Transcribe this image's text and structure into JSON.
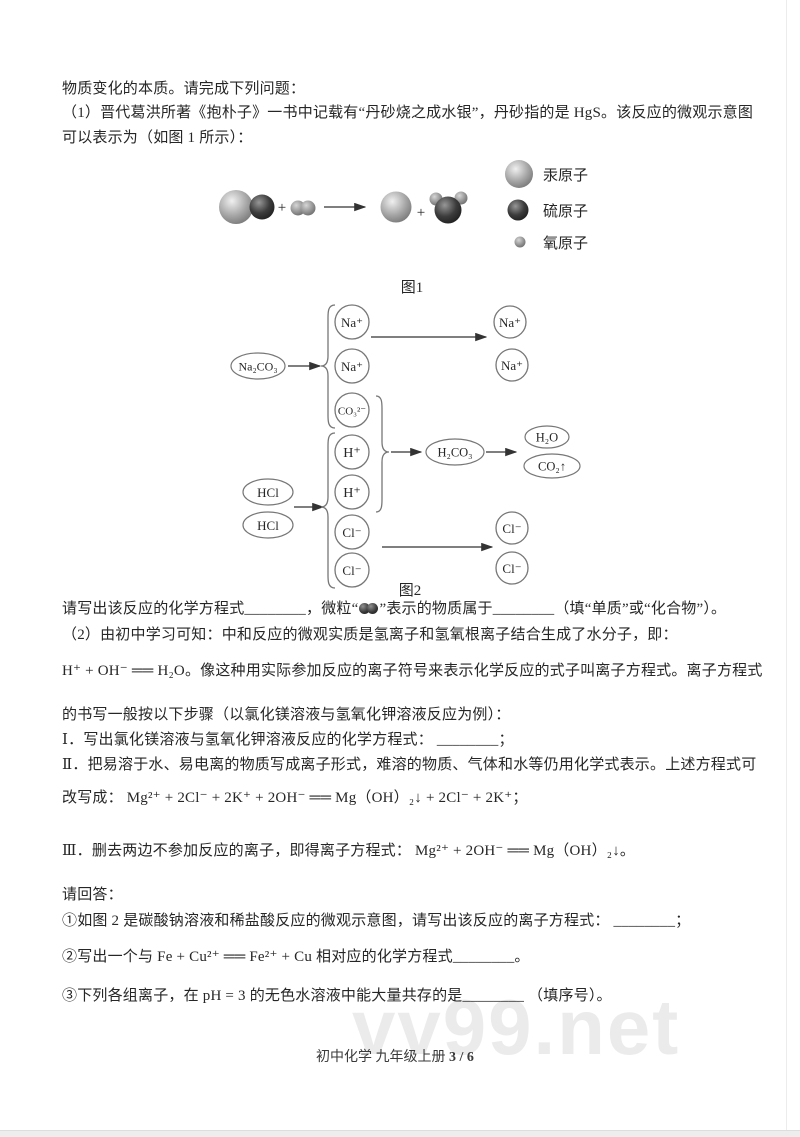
{
  "page": {
    "l1": "物质变化的本质。请完成下列问题：",
    "l2": "（1）晋代葛洪所著《抱朴子》一书中记载有“丹砂烧之成水银”，丹砂指的是 HgS。该反应的微观示意图",
    "l3": "可以表示为（如图 1 所示）："
  },
  "fig1": {
    "caption": "图1",
    "plus": "+",
    "legend": {
      "mercury": "汞原子",
      "sulfur": "硫原子",
      "oxygen": "氧原子"
    }
  },
  "fig2": {
    "caption": "图2",
    "na2co3": "Na₂CO₃",
    "hcl": "HCl",
    "na_ion": "Na⁺",
    "co3_ion": "CO₃²⁻",
    "h_ion": "H⁺",
    "cl_ion": "Cl⁻",
    "h2co3": "H₂CO₃",
    "h2o": "H₂O",
    "co2": "CO₂↑"
  },
  "body": {
    "fill_part1": "请写出该反应的化学方程式________，微粒“",
    "fill_part2": "”表示的物质属于________（填“单质”或“化合物”）。",
    "q2_intro": "（2）由初中学习可知：中和反应的微观实质是氢离子和氢氧根离子结合生成了水分子，即：",
    "q2_formula_line": "H⁺ + OH⁻ ══ H₂O。像这种用实际参加反应的离子符号来表示化学反应的式子叫离子方程式。离子方程式",
    "q2_steps_intro": "的书写一般按以下步骤（以氯化镁溶液与氢氧化钾溶液反应为例）：",
    "step1": "Ⅰ．写出氯化镁溶液与氢氧化钾溶液反应的化学方程式： ________；",
    "step2_line1": "Ⅱ．把易溶于水、易电离的物质写成离子形式，难溶的物质、气体和水等仍用化学式表示。上述方程式可",
    "step2_line2": "改写成：  Mg²⁺ + 2Cl⁻ + 2K⁺ + 2OH⁻ ══ Mg（OH）₂↓ + 2Cl⁻ + 2K⁺；",
    "step3": "Ⅲ．删去两边不参加反应的离子，即得离子方程式：  Mg²⁺ + 2OH⁻ ══ Mg（OH）₂↓。",
    "answer_prompt": "请回答：",
    "sub1": "①如图 2 是碳酸钠溶液和稀盐酸反应的微观示意图，请写出该反应的离子方程式： ________；",
    "sub2": "②写出一个与 Fe + Cu²⁺ ══ Fe²⁺ + Cu 相对应的化学方程式________。",
    "sub3": "③下列各组离子，在 pH = 3 的无色水溶液中能大量共存的是________ （填序号）。"
  },
  "watermark": "vv99.net",
  "footer": {
    "title": "初中化学 九年级上册",
    "page": "3 / 6"
  }
}
